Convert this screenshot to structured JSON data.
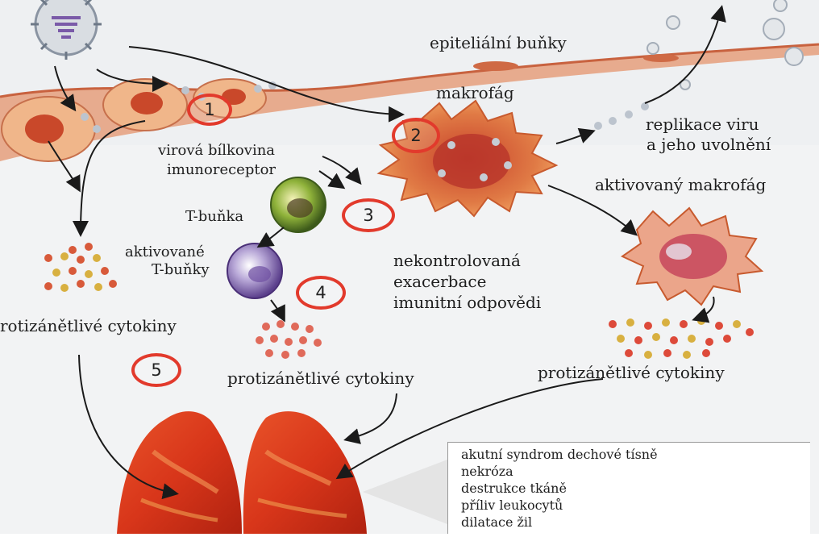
{
  "labels": {
    "epithelial_cells": "epiteliální buňky",
    "macrophage": "makrofág",
    "viral_protein": "virová bílkovina",
    "immunoreceptor": "imunoreceptor",
    "t_cell": "T-buňka",
    "virus_replication_1": "replikace viru",
    "virus_replication_2": "a jeho uvolnění",
    "activated_macrophage": "aktivovaný makrofág",
    "activated_t_cells_1": "aktivované",
    "activated_t_cells_2": "T-buňky",
    "uncontrolled_1": "nekontrolovaná",
    "uncontrolled_2": "exacerbace",
    "uncontrolled_3": "imunitní odpovědi",
    "cytokines_left": "rotizánětlivé cytokiny",
    "cytokines_center": "protizánětlivé cytokiny",
    "cytokines_right": "protizánětlivé cytokiny"
  },
  "steps": [
    "1",
    "2",
    "3",
    "4",
    "5"
  ],
  "effects": [
    "akutní syndrom dechové tísně",
    "nekróza",
    "destrukce tkáně",
    "příliv leukocytů",
    "dilatace žil"
  ],
  "colors": {
    "step_ring": "#e23a2c",
    "membrane": "#d98c6e",
    "lung": "#d8361a",
    "macrophage": "#d9562f"
  }
}
